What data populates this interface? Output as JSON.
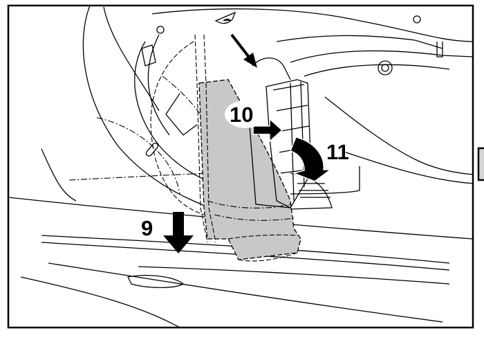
{
  "callouts": {
    "step_9": "9",
    "step_10": "10",
    "step_11": "11"
  },
  "colors": {
    "panel_fill": "#c8c8c8",
    "line": "#000000",
    "tab_fill": "#d4d4d4"
  }
}
